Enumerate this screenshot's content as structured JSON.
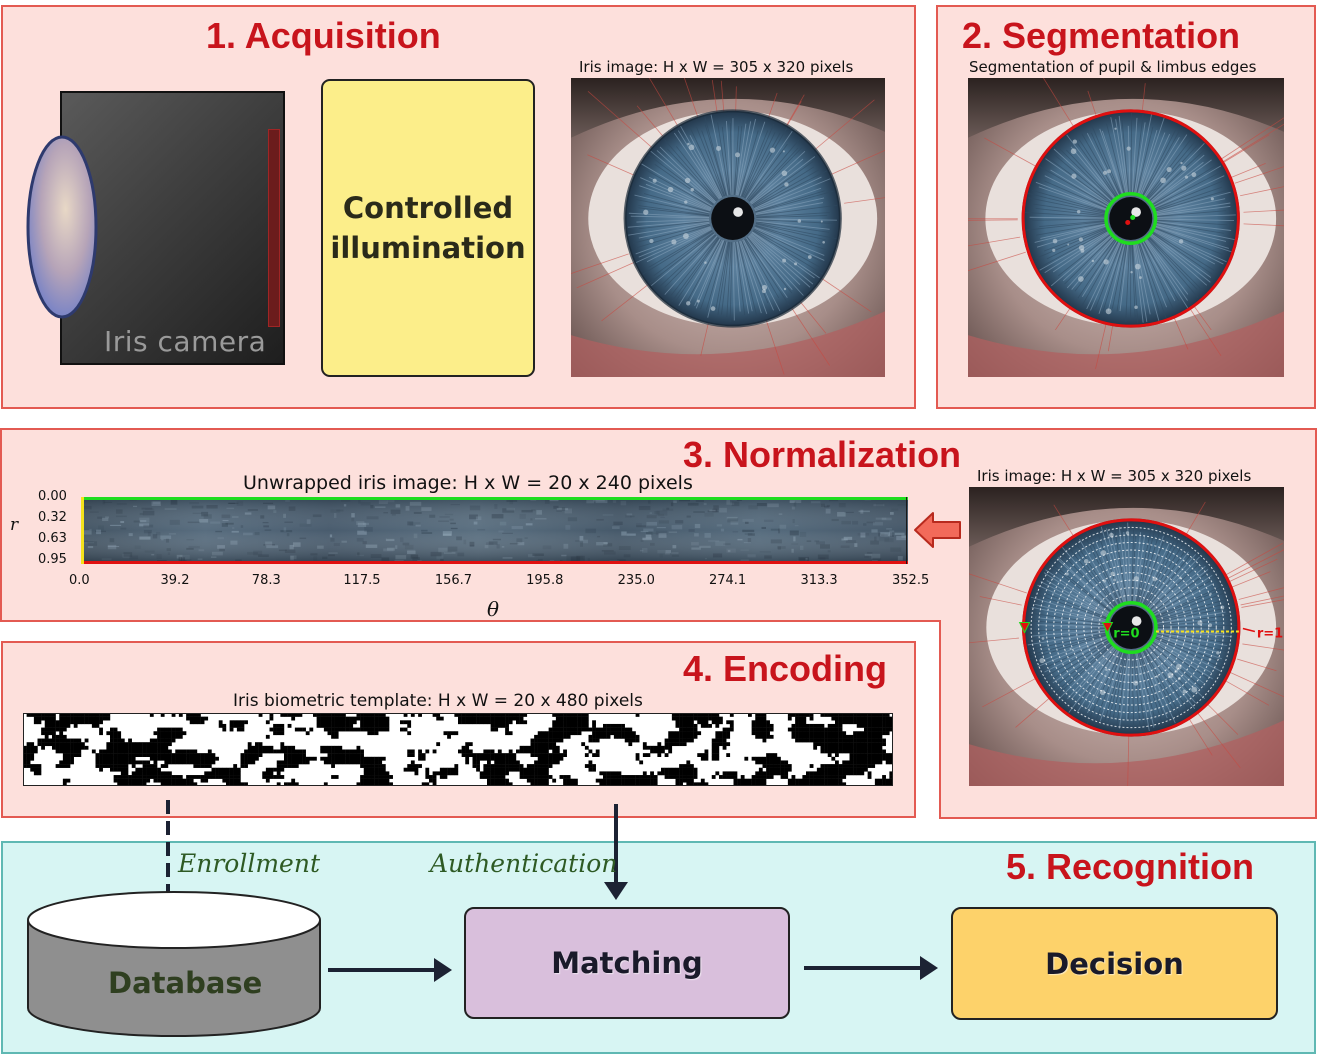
{
  "acquisition": {
    "title": "1. Acquisition",
    "camera_label": "Iris camera",
    "illumination_label": "Controlled\nillumination",
    "image_caption": "Iris image: H x W = 305 x 320 pixels"
  },
  "segmentation": {
    "title": "2. Segmentation",
    "caption": "Segmentation of pupil & limbus edges"
  },
  "normalization": {
    "title": "3. Normalization",
    "unwrapped_caption": "Unwrapped iris image: H x W = 20 x 240 pixels",
    "eye_caption": "Iris image: H x W = 305 x 320 pixels",
    "r0_label": "r=0",
    "r1_label": "r=1",
    "chart_data": {
      "type": "heatmap",
      "title": "Unwrapped iris image: H x W = 20 x 240 pixels",
      "xlabel": "θ",
      "ylabel": "r",
      "x_ticks": [
        "0.0",
        "39.2",
        "78.3",
        "117.5",
        "156.7",
        "195.8",
        "235.0",
        "274.1",
        "313.3",
        "352.5"
      ],
      "y_ticks": [
        "0.00",
        "0.32",
        "0.63",
        "0.95"
      ],
      "xlim": [
        0.0,
        352.5
      ],
      "ylim": [
        0.0,
        0.95
      ]
    }
  },
  "encoding": {
    "title": "4. Encoding",
    "caption": "Iris biometric template: H x W = 20 x 480 pixels"
  },
  "recognition": {
    "title": "5. Recognition",
    "enrollment_label": "Enrollment",
    "authentication_label": "Authentication",
    "database_label": "Database",
    "matching_label": "Matching",
    "decision_label": "Decision"
  },
  "colors": {
    "title_red": "#c8141c",
    "panel_fill": "#fde0dc",
    "recognition_fill": "#d7f5f3",
    "illumination_fill": "#fcee8a",
    "matching_fill": "#d9bfdc",
    "decision_fill": "#fdd26a",
    "pupil_circle": "#1fdc1f",
    "limbus_circle": "#e01010"
  }
}
